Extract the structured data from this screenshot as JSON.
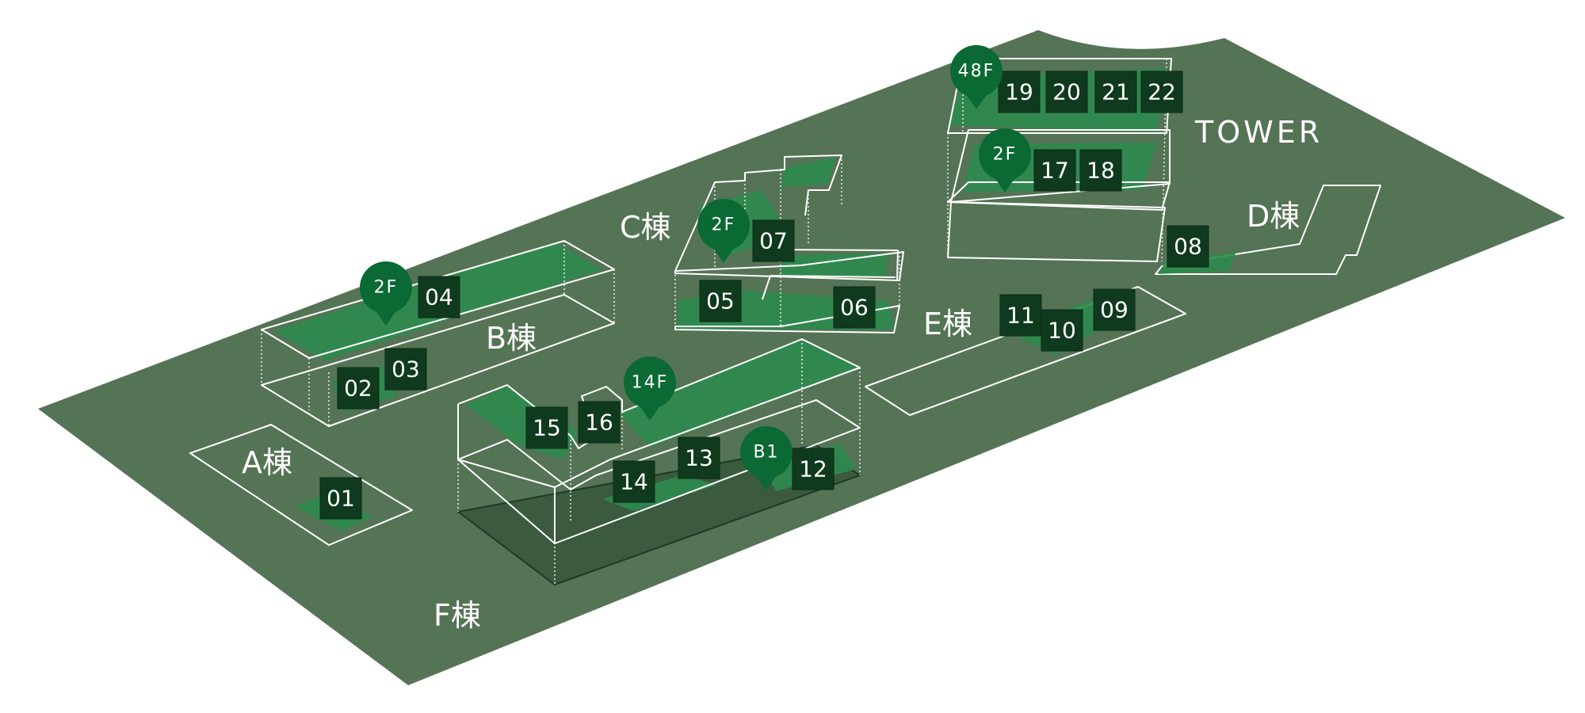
{
  "colors": {
    "ground": "#557355",
    "highlight": "#2e8b4f",
    "unit_box": "#103a1e",
    "pin": "#0b6a34",
    "outline": "#ffffff"
  },
  "buildings": {
    "a": "A棟",
    "b": "B棟",
    "c": "C棟",
    "d": "D棟",
    "e": "E棟",
    "f": "F棟",
    "tower": "TOWER"
  },
  "floors": {
    "b_2f": "2F",
    "c_2f": "2F",
    "f_14f": "14F",
    "f_b1": "B1",
    "tower_48f": "48F",
    "tower_2f": "2F"
  },
  "units": [
    "01",
    "02",
    "03",
    "04",
    "05",
    "06",
    "07",
    "08",
    "09",
    "10",
    "11",
    "12",
    "13",
    "14",
    "15",
    "16",
    "17",
    "18",
    "19",
    "20",
    "21",
    "22"
  ]
}
